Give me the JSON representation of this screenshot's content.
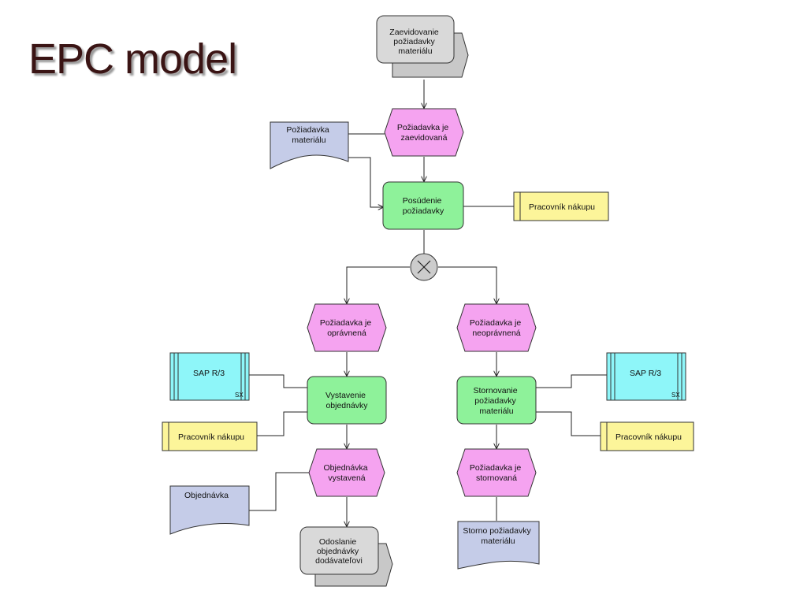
{
  "title": "EPC model",
  "nodes": {
    "start_process": [
      "Zaevidovanie",
      "požiadavky",
      "materiálu"
    ],
    "event_registered": [
      "Požiadavka je",
      "zaevidovaná"
    ],
    "doc_request": [
      "Požiadavka",
      "materiálu"
    ],
    "func_assess": [
      "Posúdenie",
      "požiadavky"
    ],
    "role_buyer_1": [
      "Pracovník nákupu"
    ],
    "event_justified": [
      "Požiadavka je",
      "oprávnená"
    ],
    "event_unjustified": [
      "Požiadavka je",
      "neoprávnená"
    ],
    "system_left": [
      "SAP R/3"
    ],
    "system_left_tag": "SX",
    "system_right": [
      "SAP R/3"
    ],
    "system_right_tag": "SX",
    "func_create_order": [
      "Vystavenie",
      "objednávky"
    ],
    "func_cancel": [
      "Stornovanie",
      "požiadavky",
      "materiálu"
    ],
    "role_buyer_2": [
      "Pracovník nákupu"
    ],
    "role_buyer_3": [
      "Pracovník nákupu"
    ],
    "event_order_created": [
      "Objednávka",
      "vystavená"
    ],
    "event_cancelled": [
      "Požiadavka je",
      "stornovaná"
    ],
    "doc_order": [
      "Objednávka"
    ],
    "doc_cancel": [
      "Storno požiadavky",
      "materiálu"
    ],
    "end_process": [
      "Odoslanie",
      "objednávky",
      "dodávateľovi"
    ]
  },
  "colors": {
    "event": "#f5a3f0",
    "function": "#8ef29a",
    "document": "#c5cce8",
    "role": "#fcf59a",
    "system": "#8ef6f9",
    "process": "#d9d9d9",
    "connector": "#cccccc",
    "title": "#3a1414"
  }
}
